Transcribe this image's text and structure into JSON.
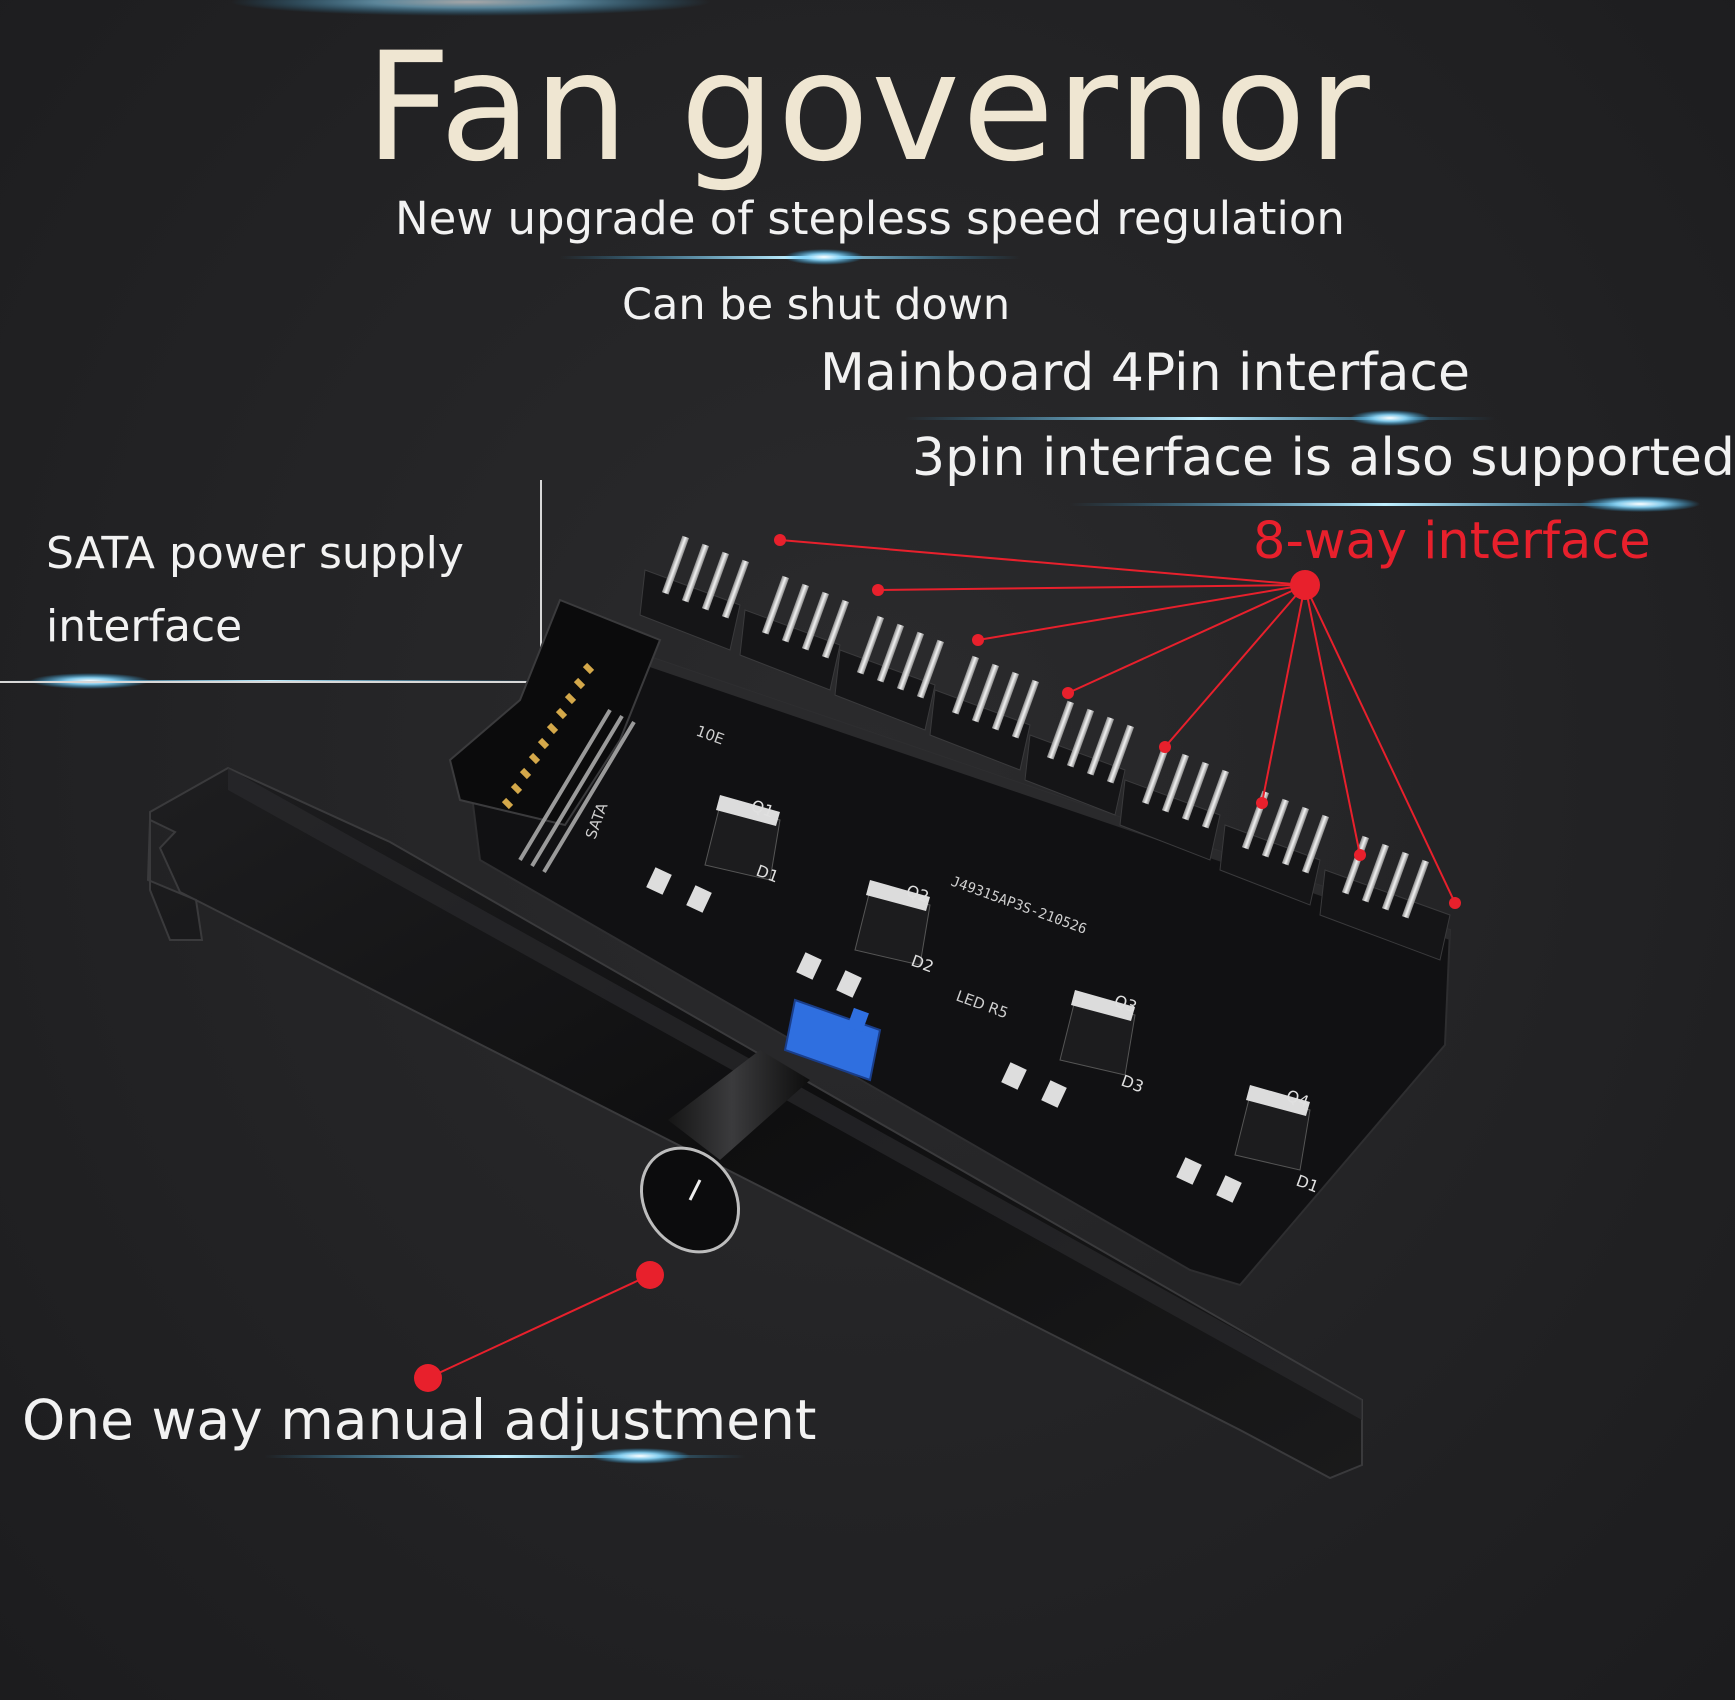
{
  "heading": {
    "title": "Fan governor",
    "subtitle": "New upgrade of stepless speed regulation",
    "shutdown": "Can be shut down"
  },
  "callouts": {
    "mainboard_pin": "Mainboard 4Pin interface",
    "three_pin": "3pin interface is also supported",
    "eight_way": "8-way interface",
    "sata_line1": "SATA power supply",
    "sata_line2": "interface",
    "manual_adjust": "One way manual adjustment"
  },
  "board": {
    "silkscreen_code": "J49315AP3S-210526",
    "sata_label": "SATA",
    "led_label": "LED R5",
    "header_label": "10E",
    "transistor_labels": [
      "Q1",
      "Q2",
      "Q3",
      "Q4"
    ],
    "diode_labels": [
      "D1",
      "D2",
      "D3",
      "D1"
    ]
  },
  "colors": {
    "background": "#232325",
    "title": "#efe6d2",
    "text": "#f2f2f2",
    "accent_red": "#e8202c",
    "glow_blue": "#2fb8ff",
    "switch_blue": "#2f6fe0"
  }
}
